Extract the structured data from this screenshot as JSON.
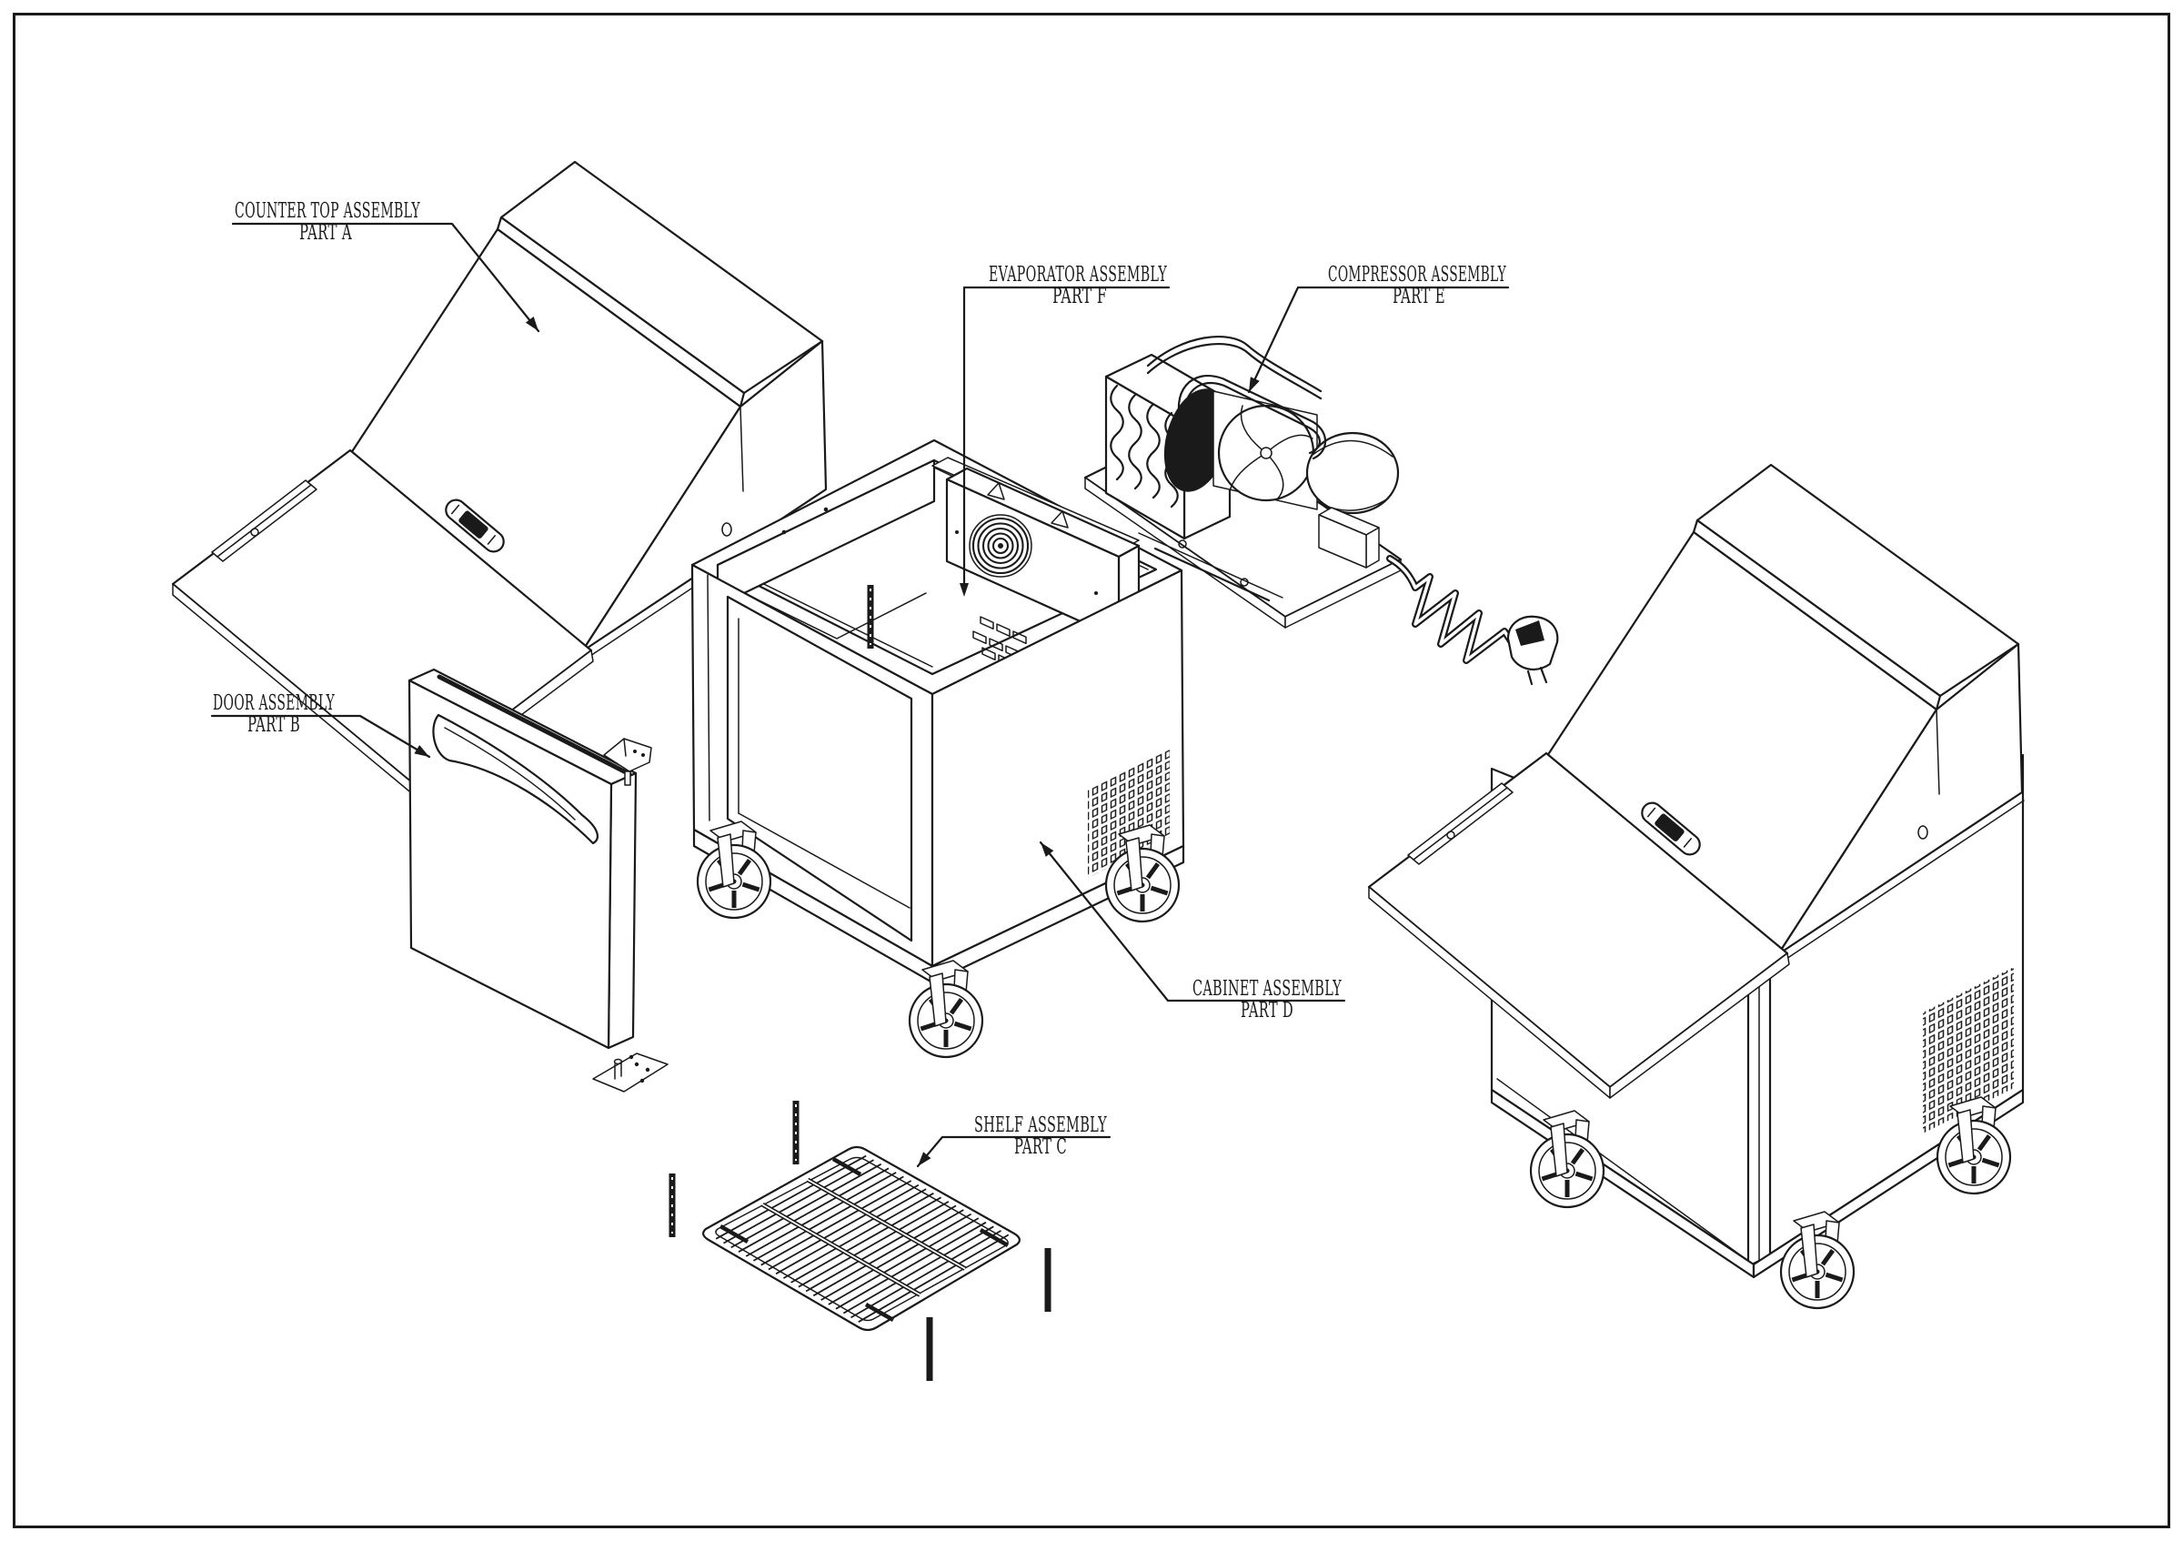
{
  "page": {
    "background": "#ffffff",
    "line_color": "#1a1a1a"
  },
  "callouts": {
    "counter_top": {
      "title": "COUNTER TOP ASSEMBLY",
      "part": "PART A"
    },
    "door": {
      "title": "DOOR ASSEMBLY",
      "part": "PART B"
    },
    "shelf": {
      "title": "SHELF ASSEMBLY",
      "part": "PART C"
    },
    "cabinet": {
      "title": "CABINET ASSEMBLY",
      "part": "PART D"
    },
    "compressor": {
      "title": "COMPRESSOR ASSEMBLY",
      "part": "PART E"
    },
    "evaporator": {
      "title": "EVAPORATOR ASSEMBLY",
      "part": "PART F"
    }
  }
}
